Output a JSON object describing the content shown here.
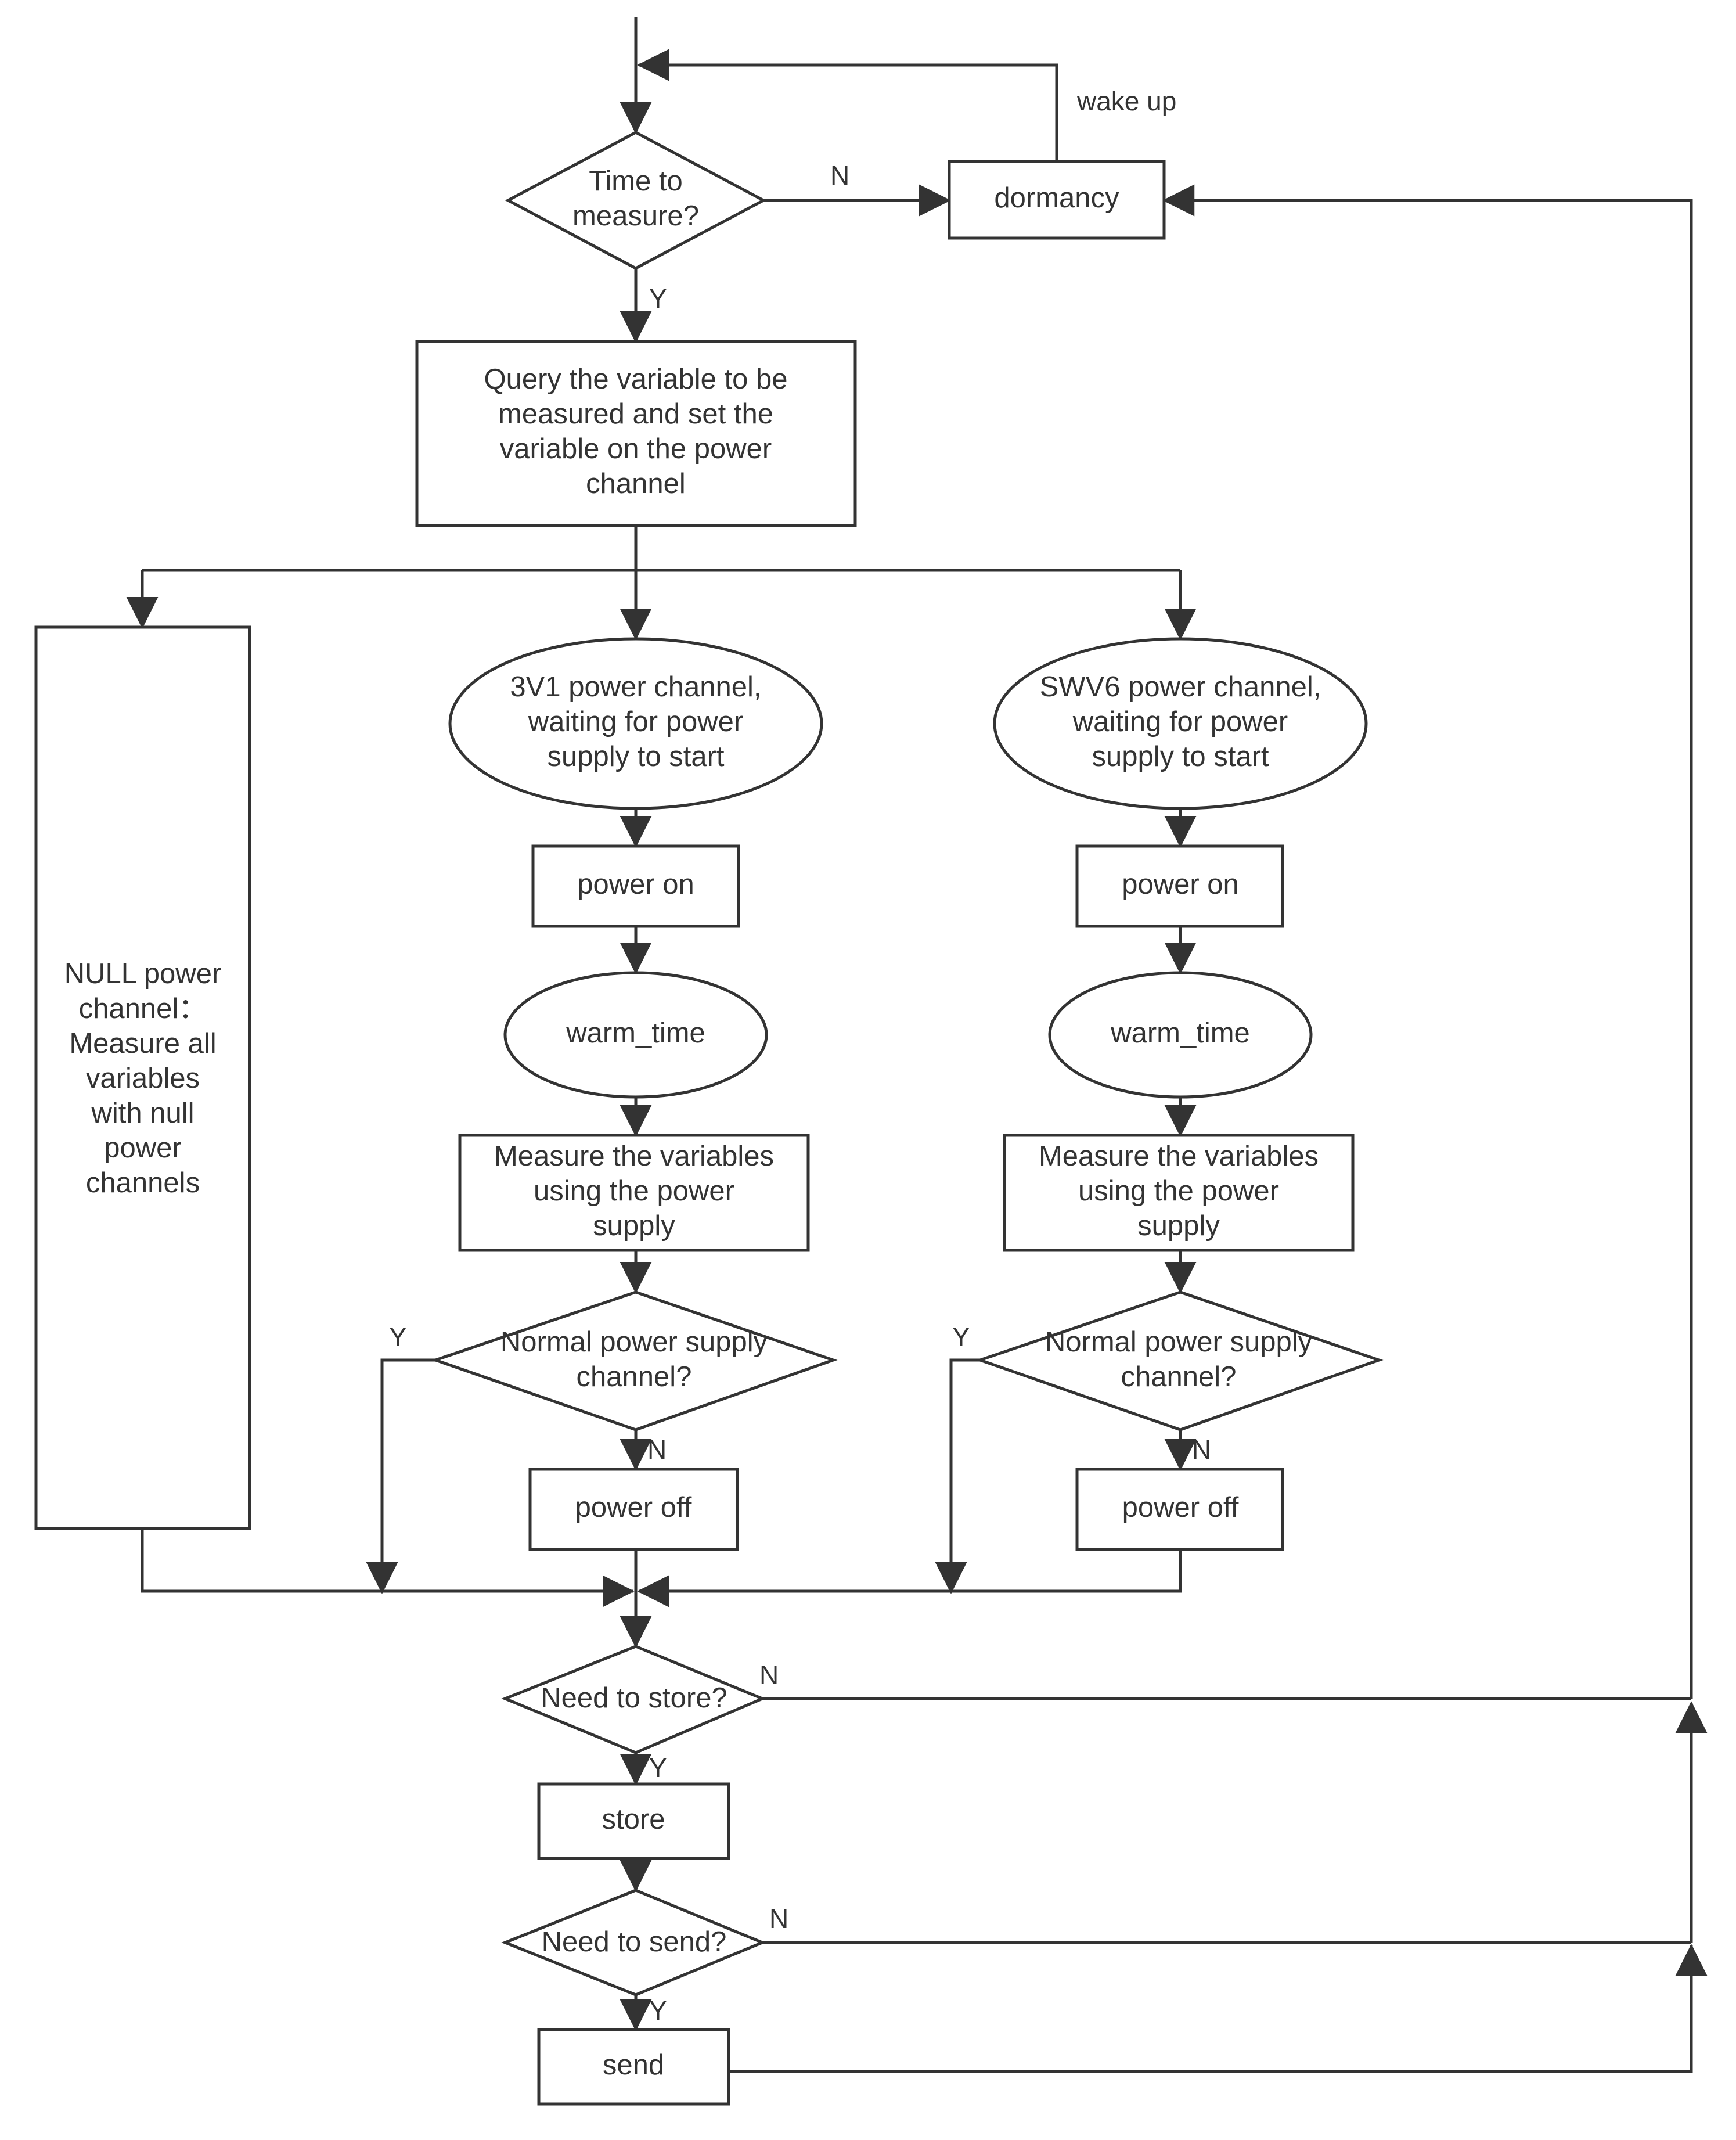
{
  "nodes": {
    "time_to_measure": [
      "Time to",
      "measure?"
    ],
    "dormancy": [
      "dormancy"
    ],
    "query": [
      "Query the variable to be",
      "measured and set the",
      "variable on the power",
      "channel"
    ],
    "null_channel": [
      "NULL power",
      "channel：",
      "Measure all",
      "variables",
      "with null",
      "power",
      "channels"
    ],
    "v31_wait": [
      "3V1 power channel,",
      "waiting for power",
      "supply to start"
    ],
    "swv6_wait": [
      "SWV6 power channel,",
      "waiting for power",
      "supply to start"
    ],
    "power_on_left": [
      "power on"
    ],
    "power_on_right": [
      "power on"
    ],
    "warm_left": [
      "warm_time"
    ],
    "warm_right": [
      "warm_time"
    ],
    "measure_left": [
      "Measure the variables",
      "using the power",
      "supply"
    ],
    "measure_right": [
      "Measure the variables",
      "using the power",
      "supply"
    ],
    "normal_left": [
      "Normal power supply",
      "channel?"
    ],
    "normal_right": [
      "Normal power supply",
      "channel?"
    ],
    "power_off_left": [
      "power off"
    ],
    "power_off_right": [
      "power off"
    ],
    "need_store": [
      "Need to store?"
    ],
    "store": [
      "store"
    ],
    "need_send": [
      "Need to send?"
    ],
    "send": [
      "send"
    ]
  },
  "edge_labels": {
    "wake_up": "wake up",
    "measure_no": "N",
    "measure_yes": "Y",
    "normal_left_yes": "Y",
    "normal_left_no": "N",
    "normal_right_yes": "Y",
    "normal_right_no": "N",
    "store_no": "N",
    "store_yes": "Y",
    "send_no": "N",
    "send_yes": "Y"
  }
}
